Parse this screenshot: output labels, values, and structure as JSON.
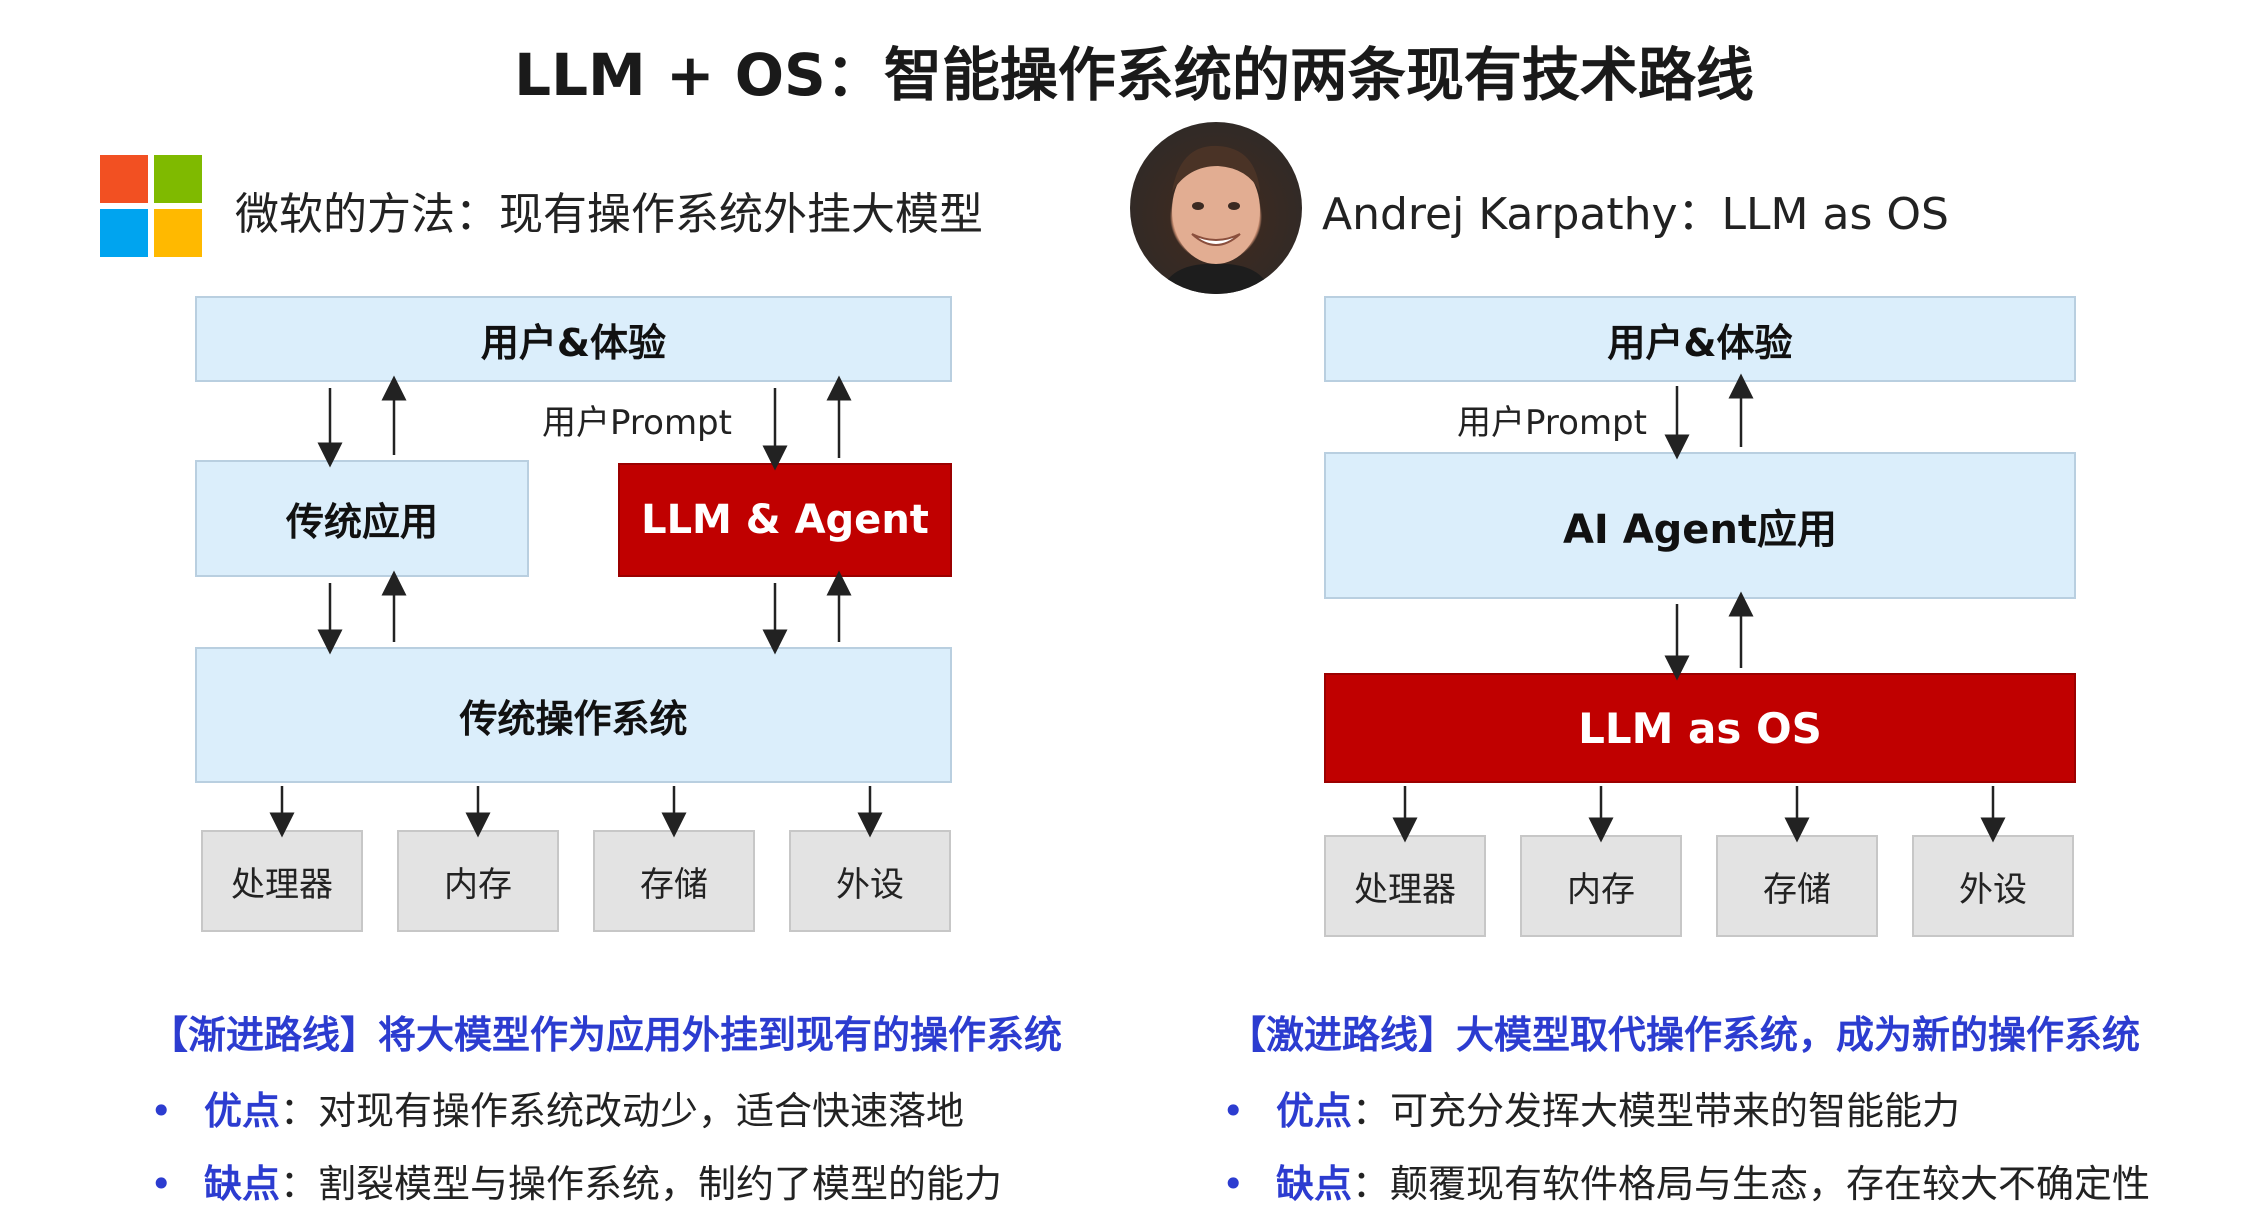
{
  "title": "LLM + OS：智能操作系统的两条现有技术路线",
  "left": {
    "heading": "微软的方法：现有操作系统外挂大模型",
    "logo_colors": [
      "#f25022",
      "#7fba00",
      "#00a4ef",
      "#ffb900"
    ],
    "top_box": "用户&体验",
    "prompt_label": "用户Prompt",
    "app_box": "传统应用",
    "agent_box": "LLM & Agent",
    "os_box": "传统操作系统",
    "hardware": [
      "处理器",
      "内存",
      "存储",
      "外设"
    ],
    "route_title": "【渐进路线】将大模型作为应用外挂到现有的操作系统",
    "pros_key": "优点",
    "pros_text": "：对现有操作系统改动少，适合快速落地",
    "cons_key": "缺点",
    "cons_text": "：割裂模型与操作系统，制约了模型的能力"
  },
  "right": {
    "heading": "Andrej Karpathy：LLM as OS",
    "top_box": "用户&体验",
    "prompt_label": "用户Prompt",
    "agent_box": "AI Agent应用",
    "os_box": "LLM as OS",
    "hardware": [
      "处理器",
      "内存",
      "存储",
      "外设"
    ],
    "route_title": "【激进路线】大模型取代操作系统，成为新的操作系统",
    "pros_key": "优点",
    "pros_text": "：可充分发挥大模型带来的智能能力",
    "cons_key": "缺点",
    "cons_text": "：颠覆现有软件格局与生态，存在较大不确定性"
  },
  "colors": {
    "box_blue": "#dbeefb",
    "box_red": "#c00000",
    "box_gray": "#e3e3e3",
    "accent_blue": "#2c3cd0"
  }
}
